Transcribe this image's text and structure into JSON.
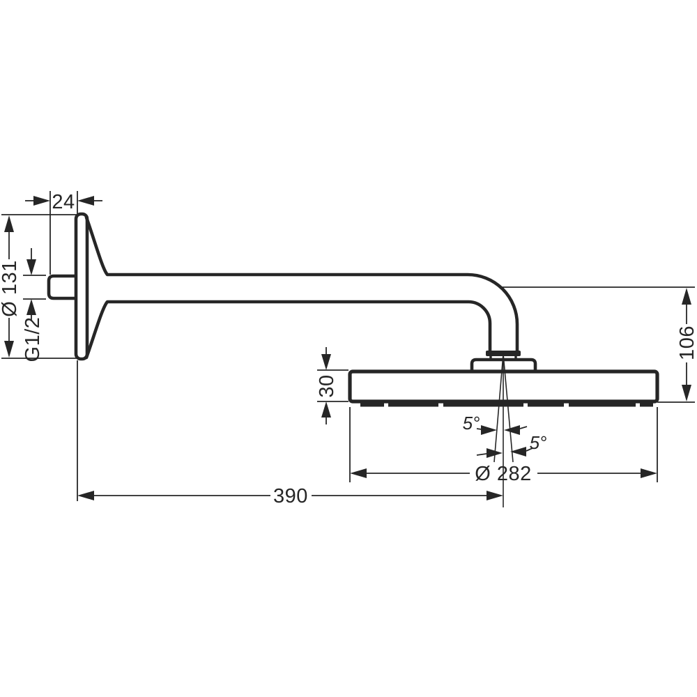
{
  "drawing": {
    "kind": "technical-dimension-drawing",
    "subject": "wall-mounted overhead shower head with shower arm, side view",
    "background_color": "#ffffff",
    "line_color": "#262626",
    "dimensions": {
      "wall_offset": {
        "label": "24"
      },
      "flange_diameter": {
        "label": "Ø 131"
      },
      "thread": {
        "label": "G1/2"
      },
      "head_thickness": {
        "label": "30"
      },
      "head_drop": {
        "label": "106"
      },
      "head_diameter": {
        "label": "Ø 282"
      },
      "arm_length": {
        "label": "390"
      },
      "spray_angle_left": {
        "label": "5°"
      },
      "spray_angle_right": {
        "label": "5°"
      }
    }
  }
}
